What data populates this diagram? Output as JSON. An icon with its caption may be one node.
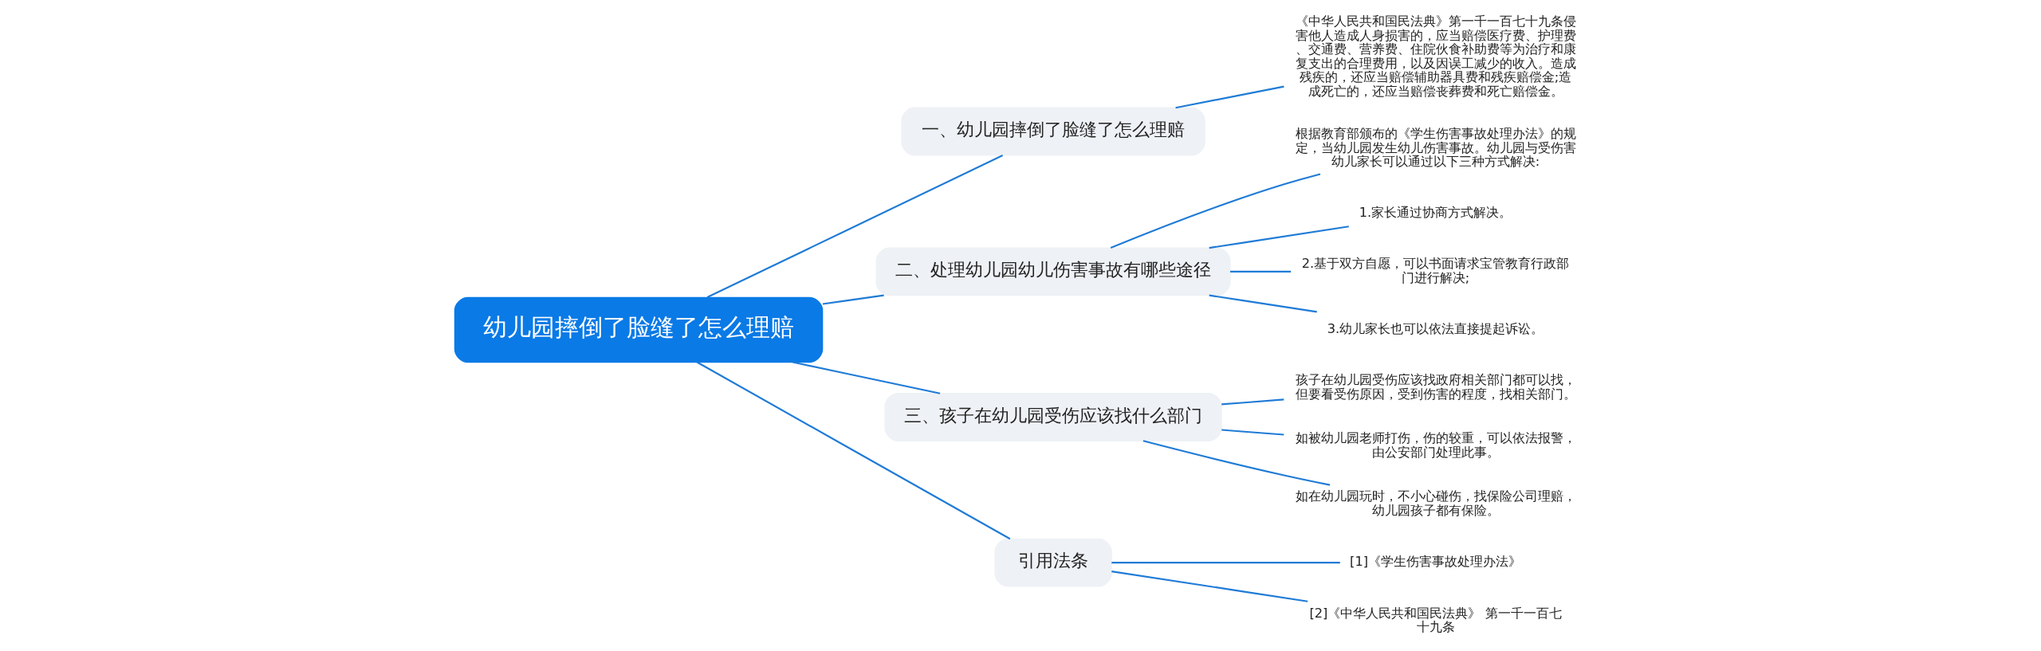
{
  "diagram": {
    "nodes": [
      {
        "text": [
          "幼儿园摔倒了脸缝了怎么理赔"
        ]
      },
      {
        "text": [
          "一、幼儿园摔倒了脸缝了怎么理赔"
        ]
      },
      {
        "text": [
          "《中华人民共和国民法典》第一千一百七十九条侵害他人造成人身损害的，应当赔偿医疗费、护理费、交通费、营养费、住院伙食补助费等为治疗和康复支出的合理费用，以及因误工减少的收入。造成残疾的，还应当赔偿辅助器具费和残疾赔偿金;造成死亡的，还应当赔偿丧葬费和死亡赔偿金。"
        ]
      },
      {
        "text": [
          "二、处理幼儿园幼儿伤害事故有哪些途径"
        ]
      },
      {
        "text": [
          "根据教育部颁布的《学生伤害事故处理办法》的规定，当幼儿园发生幼儿伤害事故。幼儿园与受伤害幼儿家长可以通过以下三种方式解决:"
        ]
      },
      {
        "text": [
          "1.家长通过协商方式解决。"
        ]
      },
      {
        "text": [
          "2.基于双方自愿，可以书面请求宝管教育行政部门进行解决;"
        ]
      },
      {
        "text": [
          "3.幼儿家长也可以依法直接提起诉讼。"
        ]
      },
      {
        "text": [
          "三、孩子在幼儿园受伤应该找什么部门"
        ]
      },
      {
        "text": [
          "孩子在幼儿园受伤应该找政府相关部门都可以找，但要看受伤原因，受到伤害的程度，找相关部门。"
        ]
      },
      {
        "text": [
          "如被幼儿园老师打伤，伤的较重，可以依法报警，由公安部门处理此事。"
        ]
      },
      {
        "text": [
          "如在幼儿园玩时，不小心碰伤，找保险公司理赔，幼儿园孩子都有保险。"
        ]
      },
      {
        "text": [
          "引用法条"
        ]
      },
      {
        "text": [
          "[1]《学生伤害事故处理办法》"
        ]
      },
      {
        "text": [
          "[2]《中华人民共和国民法典》 第一千一百七十九条"
        ]
      }
    ],
    "edges": [
      {
        "from": 0,
        "to": 1,
        "arrow": "none"
      },
      {
        "from": 1,
        "to": 2,
        "arrow": "none"
      },
      {
        "from": 0,
        "to": 3,
        "arrow": "none"
      },
      {
        "from": 3,
        "to": 4,
        "arrow": "none"
      },
      {
        "from": 3,
        "to": 5,
        "arrow": "none"
      },
      {
        "from": 3,
        "to": 6,
        "arrow": "none"
      },
      {
        "from": 3,
        "to": 7,
        "arrow": "none"
      },
      {
        "from": 0,
        "to": 8,
        "arrow": "none"
      },
      {
        "from": 8,
        "to": 9,
        "arrow": "none"
      },
      {
        "from": 8,
        "to": 10,
        "arrow": "none"
      },
      {
        "from": 8,
        "to": 11,
        "arrow": "none"
      },
      {
        "from": 0,
        "to": 12,
        "arrow": "none"
      },
      {
        "from": 12,
        "to": 13,
        "arrow": "none"
      },
      {
        "from": 12,
        "to": 14,
        "arrow": "none"
      }
    ]
  }
}
